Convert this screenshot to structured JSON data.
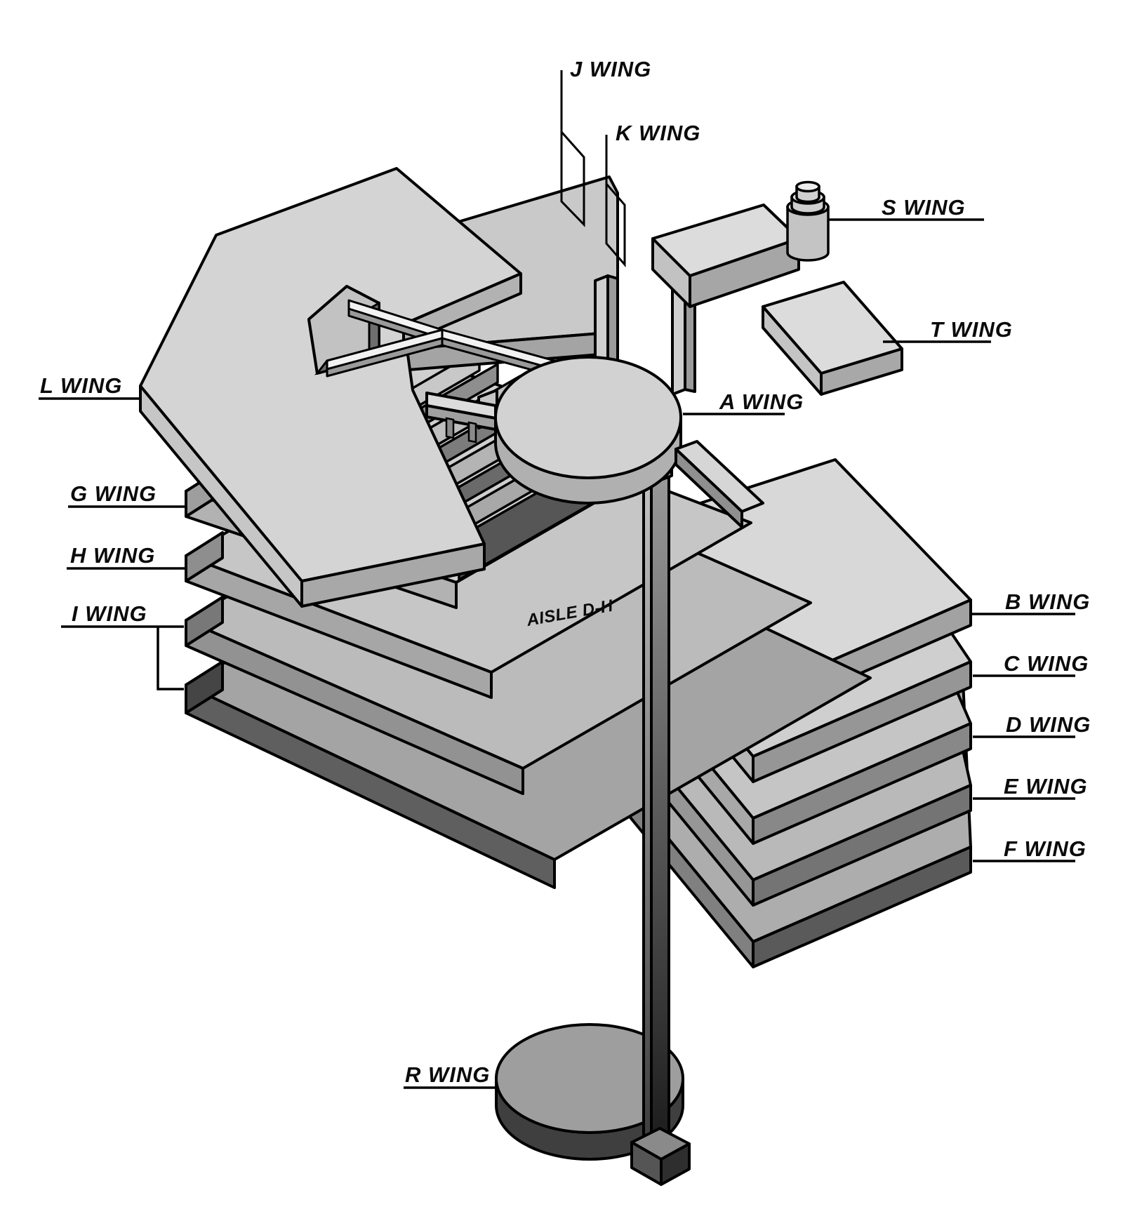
{
  "diagram": {
    "title": "Building wing isometric diagram",
    "type": "exploded-axonometric-floor-diagram",
    "background": "#ffffff",
    "outline_color": "#000000",
    "labels": {
      "j": "J WING",
      "k": "K WING",
      "s": "S WING",
      "t": "T WING",
      "l": "L WING",
      "a": "A WING",
      "g": "G WING",
      "h": "H WING",
      "i": "I WING",
      "b": "B WING",
      "c": "C WING",
      "d": "D WING",
      "e": "E WING",
      "f": "F WING",
      "r": "R WING",
      "aisle": "AISLE D-H"
    },
    "palette": {
      "slab_top_light": "#d6d6d6",
      "slab_side_mid": "#b0b0b0",
      "slab_side_dark": "#8a8a8a",
      "shadow_band_dark": "#565656",
      "shaft_dark": "#1a1a1a",
      "r_disc_top": "#9e9e9e",
      "r_disc_side": "#3f3f3f",
      "walkway_top": "#f2f2f2",
      "label_color": "#0b0b0b"
    }
  }
}
